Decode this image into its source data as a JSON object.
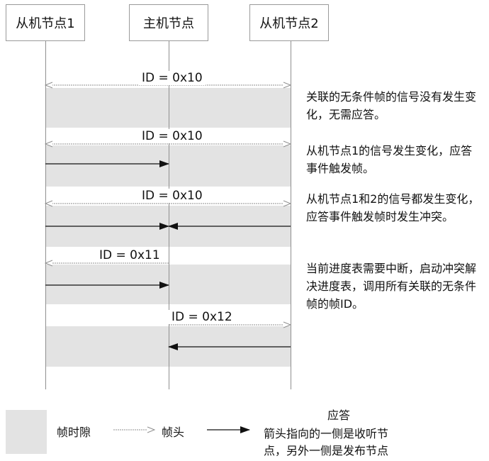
{
  "nodes": {
    "slave1": "从机节点1",
    "master": "主机节点",
    "slave2": "从机节点2"
  },
  "messages": [
    {
      "id_label": "ID = 0x10",
      "note": "关联的无条件帧的信号没有发生变化，无需应答。"
    },
    {
      "id_label": "ID = 0x10",
      "note": "从机节点1的信号发生变化，应答事件触发帧。"
    },
    {
      "id_label": "ID = 0x10",
      "note": "从机节点1和2的信号都发生变化，应答事件触发帧时发生冲突。"
    },
    {
      "id_label": "ID = 0x11",
      "note": "当前进度表需要中断，启动冲突解决进度表，调用所有关联的无条件帧的帧ID。"
    },
    {
      "id_label": "ID = 0x12",
      "note": ""
    }
  ],
  "legend": {
    "slot": "帧时隙",
    "header": "帧头",
    "response_title": "应答",
    "response_desc_line1": "箭头指向的一侧是收听节",
    "response_desc_line2": "点，另外一侧是发布节点"
  },
  "colors": {
    "slot": "#e3e3e3",
    "line": "#8f8f8f",
    "arrow": "#111111"
  }
}
